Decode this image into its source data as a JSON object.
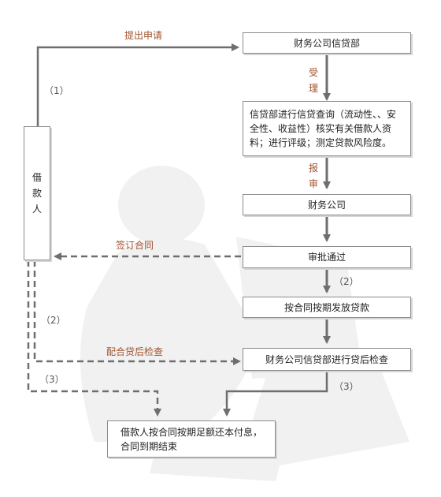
{
  "boxes": {
    "finance_credit_dept": "财务公司信贷部",
    "credit_review": "信贷部进行信贷查询（流动性、、安全性、收益性）核实有关借款人资料；进行评级；测定贷款风险度。",
    "finance_company": "财务公司",
    "approval": "审批通过",
    "disburse": "按合同按期发放贷款",
    "post_loan_check": "财务公司信贷部进行贷后检查",
    "repay": "借款人按合同按期足额还本付息，合同到期结束",
    "borrower": [
      "借",
      "款",
      "人"
    ]
  },
  "labels": {
    "submit_application": "提出申请",
    "accept": [
      "受",
      "理"
    ],
    "report": [
      "报",
      "审"
    ],
    "sign_contract": "签订合同",
    "cooperate_check": "配合贷后检查",
    "step_1": "（1）",
    "step_2_right": "（2）",
    "step_2_left": "（2）",
    "step_3_left": "（3）",
    "step_3_right": "（3）"
  },
  "colors": {
    "box_border": "#8c8c8c",
    "arrow": "#6e6e6e",
    "label_orange": "#a0522d"
  }
}
